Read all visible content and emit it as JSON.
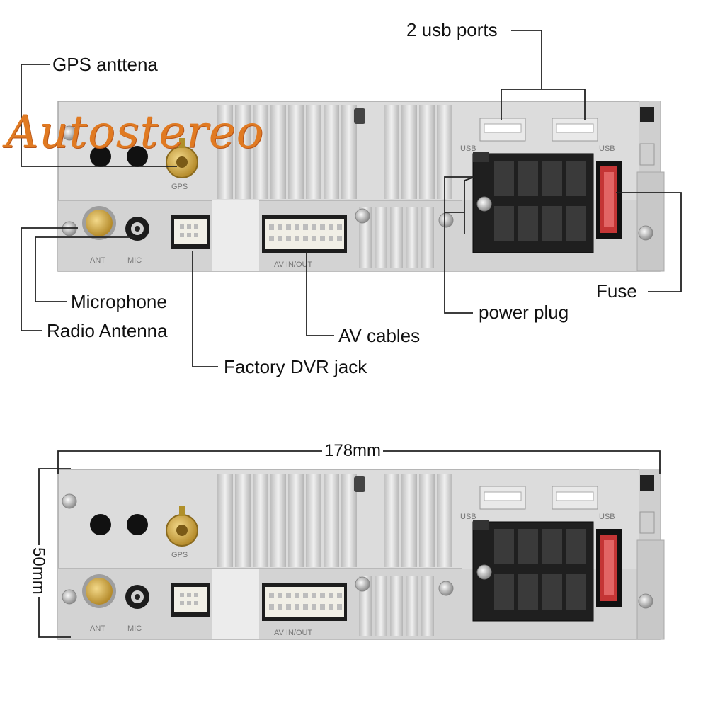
{
  "brand": "Autostereo",
  "labels": {
    "usb_ports": "2 usb ports",
    "gps_antenna": "GPS anttena",
    "fuse": "Fuse",
    "microphone": "Microphone",
    "radio_antenna": "Radio Antenna",
    "power_plug": "power plug",
    "av_cables": "AV cables",
    "factory_dvr_jack": "Factory DVR jack"
  },
  "panel_marks": {
    "gps": "GPS",
    "ant": "ANT",
    "mic": "MIC",
    "av_in_out": "AV IN/OUT",
    "usb": "USB"
  },
  "dimensions": {
    "width": "178mm",
    "height": "50mm"
  },
  "colors": {
    "brand": "#e07a22",
    "panel": "#d9d9d9",
    "connector": "#1f1f1f",
    "fuse": "#d83a3a",
    "gold": "#c9a23a"
  }
}
